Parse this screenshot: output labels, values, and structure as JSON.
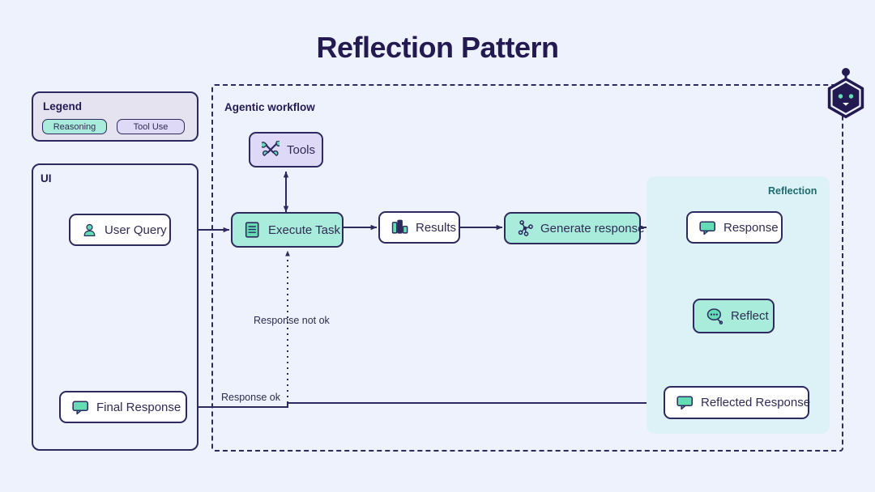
{
  "page": {
    "title": "Reflection Pattern",
    "background_color": "#eef2fc",
    "ink_color": "#2c2a5e",
    "mint_color": "#a9ecdc",
    "lavender_color": "#ded9f7",
    "reflection_panel_color": "#ddf2f7",
    "reflection_label_color": "#1d6a6f"
  },
  "legend": {
    "title": "Legend",
    "items": [
      {
        "label": "Reasoning",
        "style": "mint",
        "icon": "reasoning-swatch"
      },
      {
        "label": "Tool Use",
        "style": "lavender",
        "icon": "tool-use-swatch"
      }
    ]
  },
  "ui_panel": {
    "title": "UI",
    "nodes": [
      {
        "label": "User Query",
        "icon": "user-icon",
        "style": "white"
      },
      {
        "label": "Final Response",
        "icon": "speech-bubble-icon",
        "style": "white"
      }
    ]
  },
  "agentic_panel": {
    "title": "Agentic workflow",
    "nodes": [
      {
        "label": "Tools",
        "icon": "tools-icon",
        "style": "lavender"
      },
      {
        "label": "Execute Task",
        "icon": "document-list-icon",
        "style": "mint"
      },
      {
        "label": "Results",
        "icon": "bar-chart-icon",
        "style": "white"
      },
      {
        "label": "Generate response",
        "icon": "node-graph-icon",
        "style": "mint"
      }
    ]
  },
  "reflection_panel": {
    "title": "Reflection",
    "nodes": [
      {
        "label": "Response",
        "icon": "speech-bubble-icon",
        "style": "white"
      },
      {
        "label": "Reflect",
        "icon": "thought-bubble-icon",
        "style": "mint"
      },
      {
        "label": "Reflected Response",
        "icon": "speech-bubble-icon",
        "style": "white"
      }
    ]
  },
  "edges": [
    {
      "label": "Response not ok",
      "line": "dotted"
    },
    {
      "label": "Response ok",
      "line": "solid"
    }
  ],
  "avatar": {
    "icon": "bot-hexagon-icon"
  }
}
